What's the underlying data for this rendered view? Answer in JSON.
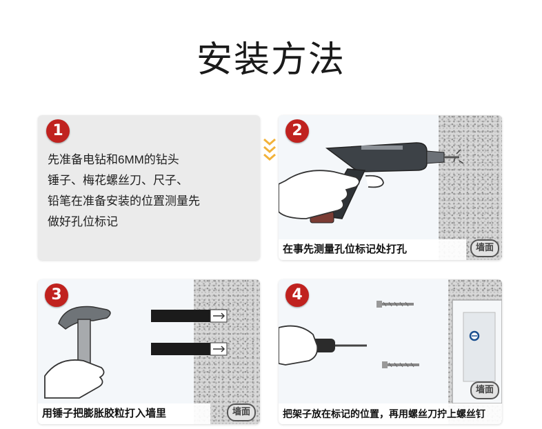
{
  "title": "安装方法",
  "steps": [
    {
      "number": "1",
      "lines": [
        "先准备电钻和6MM的钻头",
        "锤子、梅花螺丝刀、尺子、",
        "铅笔在准备安装的位置测量先",
        "做好孔位标记"
      ]
    },
    {
      "number": "2",
      "caption": "在事先测量孔位标记处打孔",
      "wall_tag": "墙面"
    },
    {
      "number": "3",
      "caption": "用锤子把膨胀胶粒打入墙里",
      "wall_tag": "墙面"
    },
    {
      "number": "4",
      "caption": "把架子放在标记的位置，再用螺丝刀拧上螺丝钉",
      "wall_tag": "墙面"
    }
  ],
  "colors": {
    "badge": "#c0221f",
    "chevron": "#f2b23a"
  },
  "icons": [
    "drill-icon",
    "hand-icon",
    "hammer-icon",
    "wall-anchor-icon",
    "screwdriver-icon",
    "screw-icon",
    "bracket-icon",
    "chevron-down-icon"
  ]
}
